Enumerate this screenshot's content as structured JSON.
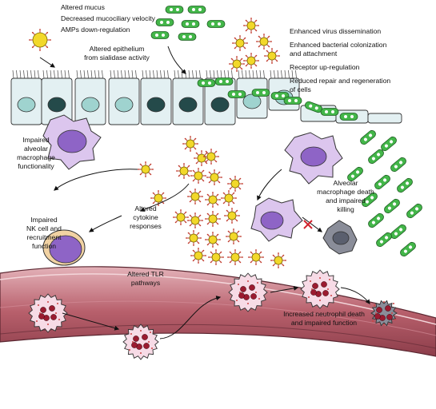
{
  "colors": {
    "virus_fill": "#f2d82a",
    "virus_spike": "#c0392b",
    "bacteria_fill": "#43b649",
    "epithelium": "#e3f0f2",
    "macrophage": "#dcc6ee",
    "neutrophil": "#f7dbe6",
    "vessel": "#b8606c"
  },
  "labels": {
    "top_left": [
      "Altered mucus",
      "Decreased mucociliary velocity",
      "AMPs down-regulation"
    ],
    "epithelium": [
      "Altered epithelium",
      "from sialidase activity"
    ],
    "top_right": [
      "Enhanced virus dissemination",
      "Enhanced bacterial colonization",
      "and attachment",
      "Receptor up-regulation",
      "Reduced repair and regeneration",
      "of cells"
    ],
    "macrophage_func": [
      "Impaired",
      "alveolar",
      "macrophage",
      "functionality"
    ],
    "cytokine": [
      "Altered",
      "cytokine",
      "responses"
    ],
    "nk": [
      "Impaired",
      "NK cell and",
      "recruitment",
      "function"
    ],
    "macrophage_death": [
      "Alveolar",
      "macrophage death",
      "and impaired",
      "killing"
    ],
    "tlr": [
      "Altered TLR",
      "pathways"
    ],
    "neutrophil": [
      "Increased neutrophil death",
      "and impaired function"
    ]
  }
}
